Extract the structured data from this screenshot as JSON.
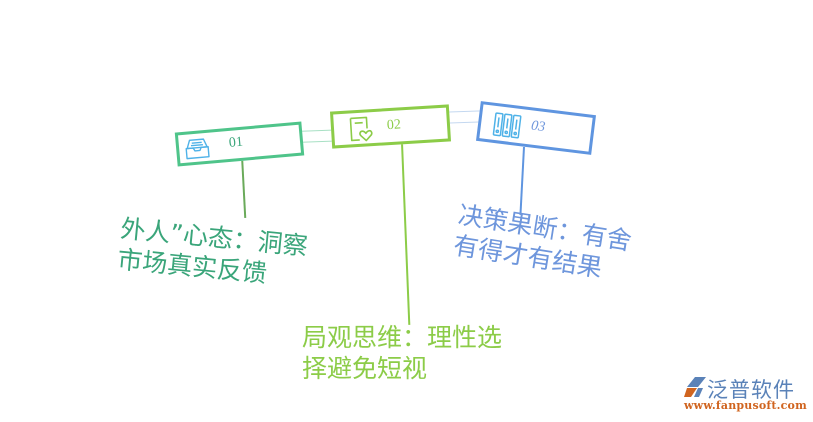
{
  "colors": {
    "step1": "#4fc48a",
    "step1_text": "#3aa57a",
    "step1_stem": "#6aaa5a",
    "step2": "#8ccc48",
    "step2_text": "#8ccc48",
    "step3": "#5f95e0",
    "step3_text": "#6e96dc",
    "icon_blue": "#4fb2e8",
    "connector_border_1": "#a8e0c4",
    "connector_border_2": "#c4d8f0",
    "logo_blue": "#5a82b8",
    "logo_orange": "#d0641f"
  },
  "steps": [
    {
      "number": "01",
      "icon": "inbox-tray-icon",
      "label_line1": "外人”心态：洞察",
      "label_line2": "市场真实反馈"
    },
    {
      "number": "02",
      "icon": "document-heart-icon",
      "label_line1": "局观思维：理性选",
      "label_line2": "择避免短视"
    },
    {
      "number": "03",
      "icon": "binders-icon",
      "label_line1": "决策果断：有舍",
      "label_line2": "有得才有结果"
    }
  ],
  "logo": {
    "name": "泛普软件",
    "url": "www.fanpusoft.com"
  }
}
